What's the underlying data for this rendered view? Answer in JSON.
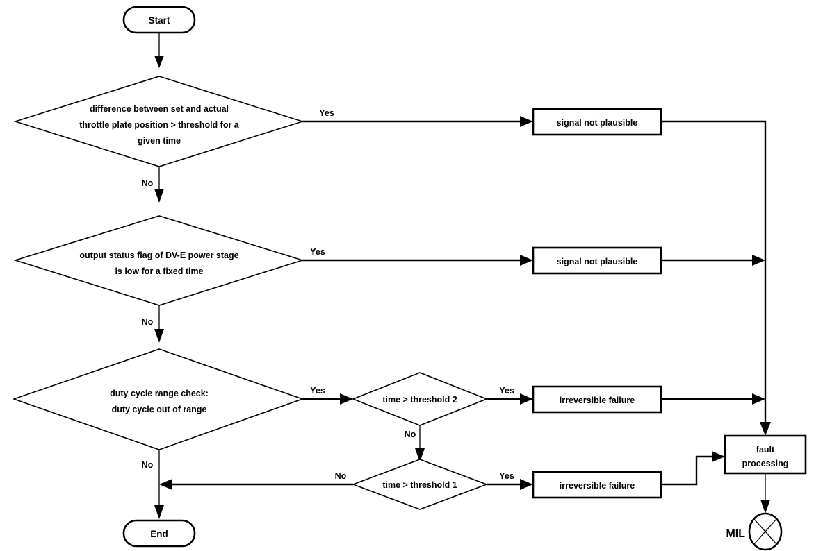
{
  "diagram": {
    "title": "Throttle plate / DV-E power stage diagnostic flowchart",
    "type": "flowchart",
    "colors": {
      "stroke": "#000000",
      "fill": "#ffffff",
      "background": "#ffffff"
    },
    "nodes": {
      "start": {
        "label": "Start",
        "shape": "terminator"
      },
      "decision1": {
        "shape": "decision",
        "line1": "difference between set and actual",
        "line2": "throttle plate position > threshold  for a",
        "line3": "given time"
      },
      "decision2": {
        "shape": "decision",
        "line1": "output status flag of DV-E power stage",
        "line2": "is low for a fixed time"
      },
      "decision3": {
        "shape": "decision",
        "line1": "duty cycle range check:",
        "line2": "duty cycle out of range"
      },
      "decision_threshold2": {
        "shape": "decision",
        "label": "time > threshold 2"
      },
      "decision_threshold1": {
        "shape": "decision",
        "label": "time > threshold 1"
      },
      "process_signal_not_plausible_1": {
        "shape": "process",
        "label": "signal not plausible"
      },
      "process_signal_not_plausible_2": {
        "shape": "process",
        "label": "signal not plausible"
      },
      "process_irreversible_failure_1": {
        "shape": "process",
        "label": "irreversible failure"
      },
      "process_irreversible_failure_2": {
        "shape": "process",
        "label": "irreversible failure"
      },
      "fault_processing": {
        "shape": "process",
        "line1": "fault",
        "line2": "processing"
      },
      "end": {
        "label": "End",
        "shape": "terminator"
      },
      "mil": {
        "label": "MIL",
        "shape": "circle-cross"
      }
    },
    "edge_labels": {
      "d1_yes": "Yes",
      "d1_no": "No",
      "d2_yes": "Yes",
      "d2_no": "No",
      "d3_yes": "Yes",
      "d3_no": "No",
      "t2_yes": "Yes",
      "t2_no": "No",
      "t1_yes": "Yes",
      "t1_no": "No"
    }
  }
}
